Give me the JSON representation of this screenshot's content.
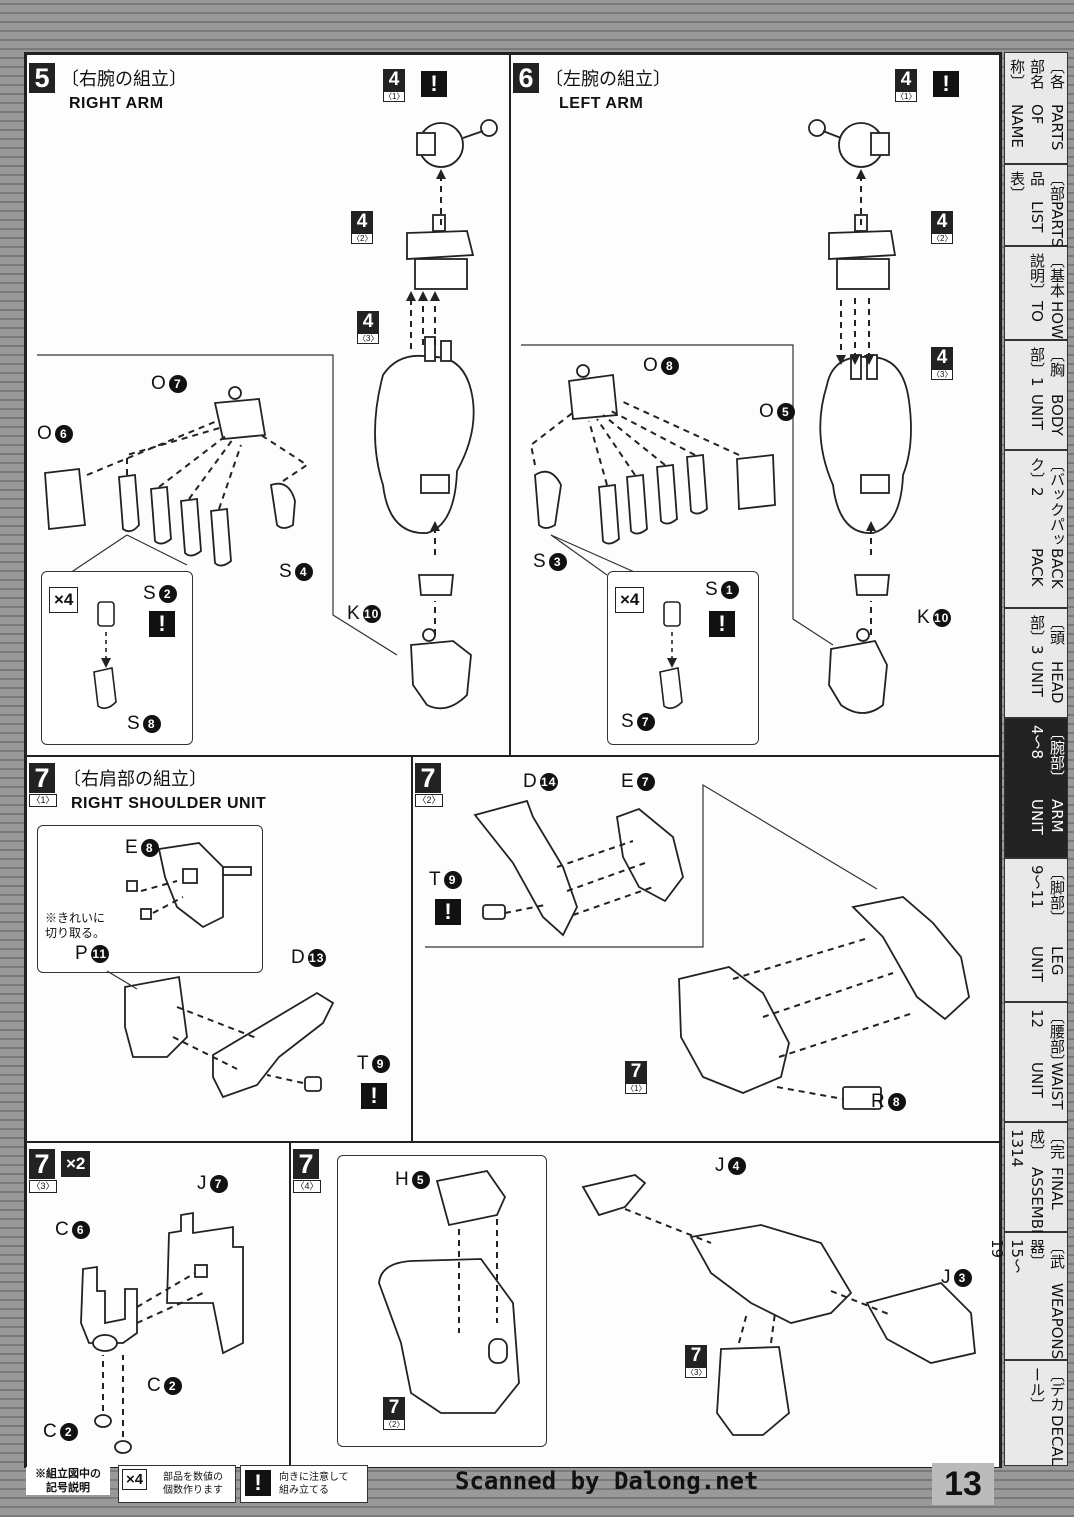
{
  "steps": {
    "s5": {
      "num": "5",
      "jp": "〔右腕の組立〕",
      "en": "RIGHT ARM"
    },
    "s6": {
      "num": "6",
      "jp": "〔左腕の組立〕",
      "en": "LEFT ARM"
    },
    "s7_1": {
      "num": "7",
      "sub": "〈1〉",
      "jp": "〔右肩部の組立〕",
      "en": "RIGHT SHOULDER UNIT"
    },
    "s7_2": {
      "num": "7",
      "sub": "〈2〉"
    },
    "s7_3": {
      "num": "7",
      "sub": "〈3〉",
      "mult": "×2"
    },
    "s7_4": {
      "num": "7",
      "sub": "〈4〉"
    }
  },
  "refs": {
    "r4_1": {
      "num": "4",
      "sub": "〈1〉",
      "colon": ":"
    },
    "r4_2": {
      "num": "4",
      "sub": "〈2〉"
    },
    "r4_3": {
      "num": "4",
      "sub": "〈3〉"
    },
    "r7_1": {
      "num": "7",
      "sub": "〈1〉"
    },
    "r7_2": {
      "num": "7",
      "sub": "〈2〉"
    },
    "r7_3": {
      "num": "7",
      "sub": "〈3〉"
    }
  },
  "parts": {
    "o7": {
      "l": "O",
      "n": "7"
    },
    "o6": {
      "l": "O",
      "n": "6"
    },
    "s4": {
      "l": "S",
      "n": "4"
    },
    "s2": {
      "l": "S",
      "n": "2"
    },
    "s8": {
      "l": "S",
      "n": "8"
    },
    "k10a": {
      "l": "K",
      "n": "10"
    },
    "o8": {
      "l": "O",
      "n": "8"
    },
    "o5": {
      "l": "O",
      "n": "5"
    },
    "s3": {
      "l": "S",
      "n": "3"
    },
    "s1": {
      "l": "S",
      "n": "1"
    },
    "s7": {
      "l": "S",
      "n": "7"
    },
    "k10b": {
      "l": "K",
      "n": "10"
    },
    "e8": {
      "l": "E",
      "n": "8"
    },
    "p11": {
      "l": "P",
      "n": "11"
    },
    "d13": {
      "l": "D",
      "n": "13"
    },
    "t9a": {
      "l": "T",
      "n": "9"
    },
    "d14": {
      "l": "D",
      "n": "14"
    },
    "e7": {
      "l": "E",
      "n": "7"
    },
    "t9b": {
      "l": "T",
      "n": "9"
    },
    "r8": {
      "l": "R",
      "n": "8"
    },
    "j7": {
      "l": "J",
      "n": "7"
    },
    "c6": {
      "l": "C",
      "n": "6"
    },
    "c2a": {
      "l": "C",
      "n": "2"
    },
    "c2b": {
      "l": "C",
      "n": "2"
    },
    "h5": {
      "l": "H",
      "n": "5"
    },
    "j4": {
      "l": "J",
      "n": "4"
    },
    "j3": {
      "l": "J",
      "n": "3"
    }
  },
  "marks": {
    "x4": "×4",
    "warn": "!"
  },
  "notes": {
    "cut": "※きれいに\n切り取る。"
  },
  "sidebar": [
    {
      "jp": "〔各部名称〕",
      "en": "PARTS OF NAME"
    },
    {
      "jp": "〔部品表〕",
      "en": "PARTS LIST"
    },
    {
      "jp": "〔基本説明〕",
      "en": "HOW TO"
    },
    {
      "jp": "〔胸部〕1",
      "en": "BODY UNIT"
    },
    {
      "jp": "〔バックパック〕2",
      "en": "BACK PACK"
    },
    {
      "jp": "〔頭部〕3",
      "en": "HEAD UNIT"
    },
    {
      "jp": "〔腕部〕4〜8",
      "en": "ARM UNIT"
    },
    {
      "jp": "〔脚部〕9〜11",
      "en": "LEG UNIT"
    },
    {
      "jp": "〔腰部〕12",
      "en": "WAIST UNIT"
    },
    {
      "jp": "〔完成〕1314",
      "en": "FINAL ASSEMBLE"
    },
    {
      "jp": "〔武器〕15〜19",
      "en": "WEAPONS"
    },
    {
      "jp": "〔デカール〕",
      "en": "DECAL"
    }
  ],
  "footer": {
    "legend_title": "※組立図中の\n記号説明",
    "x4_desc": "部品を数値の\n個数作ります",
    "warn_desc": "向きに注意して\n組み立てる",
    "scanned": "Scanned by Dalong.net",
    "page": "13"
  }
}
